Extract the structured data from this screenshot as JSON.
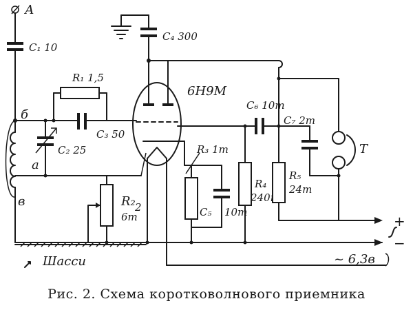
{
  "figure": {
    "caption": "Рис. 2. Схема коротковолнового приемника"
  },
  "components": {
    "antenna": "А",
    "c1": "C₁ 10",
    "c2": "C₂ 25",
    "c3": "C₃ 50",
    "c4": "C₄ 300",
    "c5": "C₅",
    "c5_value": "10т",
    "c6": "C₆ 10т",
    "c7": "C₇ 2т",
    "r1": "R₁ 1,5",
    "r2": "R₂",
    "r2_value": "6т",
    "r2_sup": "2",
    "r3": "R₃ 1т",
    "r4": "R₄",
    "r4_value": "240т",
    "r5": "R₅",
    "r5_value": "24т",
    "tube": "6Н9М",
    "phones": "Т"
  },
  "nodes": {
    "b": "б",
    "a": "а",
    "v": "в"
  },
  "supply": {
    "plus": "+",
    "minus": "−",
    "filament": "~ 6,3в"
  },
  "chassis": "Шасси"
}
